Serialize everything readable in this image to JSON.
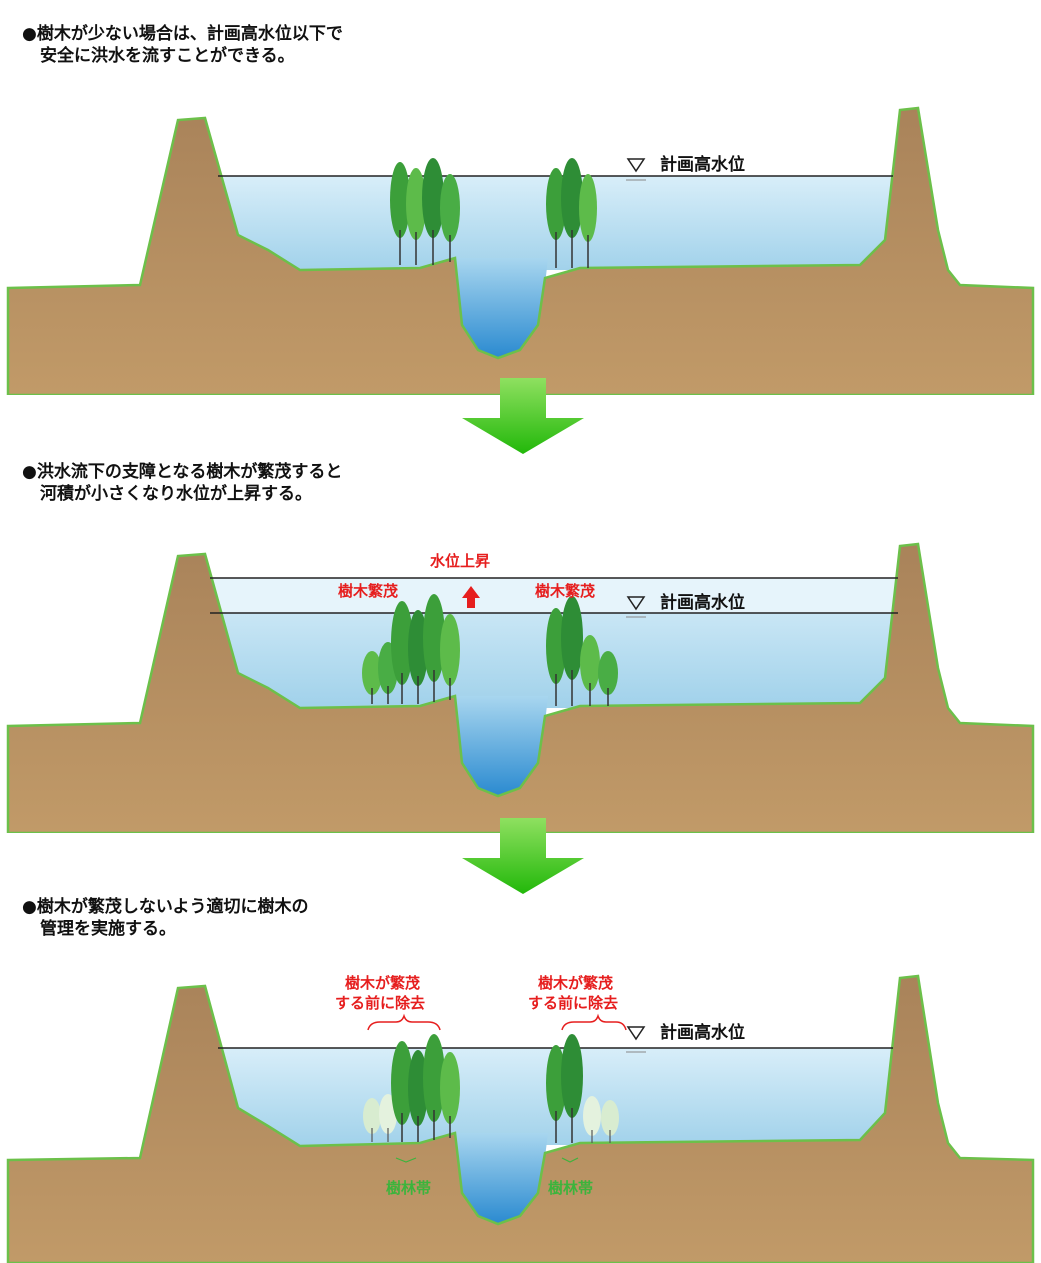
{
  "panels": [
    {
      "caption_line1": "●樹木が少ない場合は、計画高水位以下で",
      "caption_line2": "安全に洪水を流すことができる。",
      "water_level_label": "計画高水位"
    },
    {
      "caption_line1": "●洪水流下の支障となる樹木が繁茂すると",
      "caption_line2": "河積が小さくなり水位が上昇する。",
      "water_level_label": "計画高水位",
      "rise_label": "水位上昇",
      "left_tree_label": "樹木繁茂",
      "right_tree_label": "樹木繁茂"
    },
    {
      "caption_line1": "●樹木が繁茂しないよう適切に樹木の",
      "caption_line2": "管理を実施する。",
      "water_level_label": "計画高水位",
      "left_removal_line1": "樹木が繁茂",
      "left_removal_line2": "する前に除去",
      "right_removal_line1": "樹木が繁茂",
      "right_removal_line2": "する前に除去",
      "left_zone_label": "樹林帯",
      "right_zone_label": "樹林帯"
    }
  ],
  "colors": {
    "earth": "#b08a5c",
    "bank_edge": "#6cc04a",
    "water_top": "#d9eef8",
    "water_bottom": "#9fd0ea",
    "channel_bottom": "#2b8fd1",
    "tree": "#3a9e3a",
    "arrow": "#33c21a",
    "highlight": "#e61e1e"
  }
}
